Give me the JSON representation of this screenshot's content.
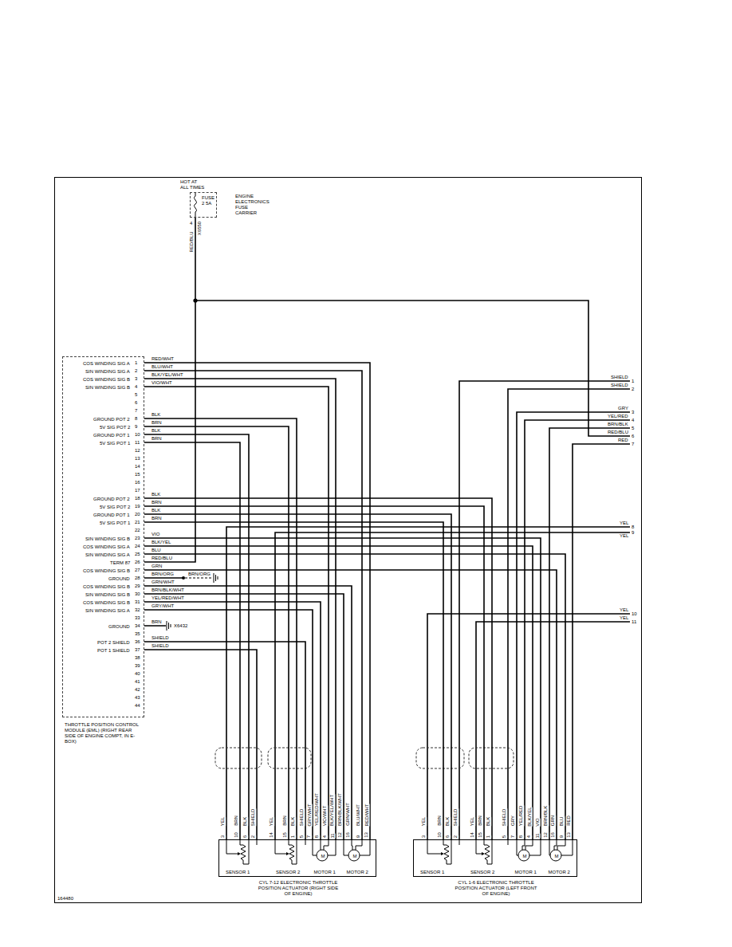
{
  "diagram": {
    "nodes": [
      {
        "text": [
          "FUSE 2 5A",
          "ENGINE ELECTRONICS FUSE CARRIER"
        ]
      },
      {
        "text": [
          "THROTTLE POSITION CONTROL MODULE (EML) (RIGHT REAR SIDE OF ENGINE COMPT, IN E-BOX)"
        ]
      },
      {
        "text": [
          "SENSOR 1",
          "SENSOR 2",
          "M",
          "MOTOR 1",
          "M",
          "MOTOR 2",
          "CYL 7-12 ELECTRONIC THROTTLE POSITION ACTUATOR (RIGHT SIDE OF ENGINE)"
        ]
      },
      {
        "text": [
          "SENSOR 1",
          "SENSOR 2",
          "M",
          "MOTOR 1",
          "M",
          "MOTOR 2",
          "CYL 1-6 ELECTRONIC THROTTLE POSITION ACTUATOR (LEFT FRONT OF ENGINE)"
        ]
      }
    ],
    "edges": [
      {
        "from": 0,
        "to": 1,
        "label": "RED/BLU",
        "arrow": "none"
      },
      {
        "from": 1,
        "to": 2,
        "label": "RED/WHT",
        "arrow": "none"
      },
      {
        "from": 1,
        "to": 2,
        "label": "BLU/WHT",
        "arrow": "none"
      },
      {
        "from": 1,
        "to": 2,
        "label": "BLK/YEL/WHT",
        "arrow": "none"
      },
      {
        "from": 1,
        "to": 2,
        "label": "VIO/WHT",
        "arrow": "none"
      },
      {
        "from": 1,
        "to": 2,
        "label": "BLK",
        "arrow": "none"
      },
      {
        "from": 1,
        "to": 2,
        "label": "BRN",
        "arrow": "none"
      },
      {
        "from": 1,
        "to": 2,
        "label": "BLK",
        "arrow": "none"
      },
      {
        "from": 1,
        "to": 2,
        "label": "BRN",
        "arrow": "none"
      },
      {
        "from": 1,
        "to": 3,
        "label": "BLK",
        "arrow": "none"
      },
      {
        "from": 1,
        "to": 3,
        "label": "BRN",
        "arrow": "none"
      },
      {
        "from": 1,
        "to": 3,
        "label": "BLK",
        "arrow": "none"
      },
      {
        "from": 1,
        "to": 3,
        "label": "BRN",
        "arrow": "none"
      },
      {
        "from": 1,
        "to": 3,
        "label": "VIO",
        "arrow": "none"
      },
      {
        "from": 1,
        "to": 3,
        "label": "BLK/YEL",
        "arrow": "none"
      },
      {
        "from": 1,
        "to": 3,
        "label": "BLU",
        "arrow": "none"
      },
      {
        "from": 1,
        "to": 3,
        "label": "GRN",
        "arrow": "none"
      },
      {
        "from": 1,
        "to": 2,
        "label": "GRN/WHT",
        "arrow": "none"
      },
      {
        "from": 1,
        "to": 2,
        "label": "BRN/BLK/WHT",
        "arrow": "none"
      },
      {
        "from": 1,
        "to": 2,
        "label": "YEL/RED/WHT",
        "arrow": "none"
      },
      {
        "from": 1,
        "to": 2,
        "label": "GRY/WHT",
        "arrow": "none"
      },
      {
        "from": 1,
        "to": 2,
        "label": "SHIELD",
        "arrow": "none"
      },
      {
        "from": 1,
        "to": 2,
        "label": "SHIELD",
        "arrow": "none"
      }
    ],
    "labels": [
      "HOT AT ALL TIMES",
      "4",
      "X6550",
      "COS WINDING SIG A",
      "SIN WINDING SIG A",
      "COS WINDING SIG B",
      "SIN WINDING SIG B",
      "GROUND POT 2",
      "5V SIG POT 2",
      "GROUND POT 1",
      "5V SIG POT 1",
      "GROUND POT 2",
      "5V SIG POT 2",
      "GROUND POT 1",
      "5V SIG POT 1",
      "SIN WINDING SIG B",
      "COS WINDING SIG A",
      "SIN WINDING SIG A",
      "TERM 87",
      "COS WINDING SIG B",
      "GROUND",
      "COS WINDING SIG B",
      "SIN WINDING SIG B",
      "COS WINDING SIG B",
      "SIN WINDING SIG A",
      "GROUND",
      "POT 2 SHIELD",
      "POT 1 SHIELD",
      "1",
      "2",
      "3",
      "4",
      "5",
      "6",
      "7",
      "8",
      "9",
      "10",
      "11",
      "12",
      "13",
      "14",
      "15",
      "16",
      "17",
      "18",
      "19",
      "20",
      "21",
      "22",
      "23",
      "24",
      "25",
      "26",
      "27",
      "28",
      "29",
      "30",
      "31",
      "32",
      "33",
      "34",
      "35",
      "36",
      "37",
      "38",
      "39",
      "40",
      "41",
      "42",
      "43",
      "44",
      "RED/BLU",
      "BRN/ORG",
      "BRN/ORG",
      "BRN",
      "X6432",
      "YEL",
      "BRN",
      "BLK",
      "SHIELD",
      "YEL",
      "BRN",
      "BLK",
      "SHIELD",
      "GRY/WHT",
      "YEL/RED/WHT",
      "VIO/WHT",
      "BLK/YEL/WHT",
      "BRN/BLK/WHT",
      "GRN/WHT",
      "BLU/WHT",
      "RED/WHT",
      "3",
      "10",
      "6",
      "2",
      "14",
      "15",
      "1",
      "5",
      "7",
      "8",
      "4",
      "11",
      "12",
      "16",
      "9",
      "13",
      "YEL",
      "BRN",
      "BLK",
      "SHIELD",
      "YEL",
      "BRN",
      "BLK",
      "SHIELD",
      "GRY",
      "YEL/RED",
      "BLK/YEL",
      "VIO",
      "BRN/BLK",
      "GRN",
      "BLU",
      "RED",
      "3",
      "10",
      "6",
      "2",
      "14",
      "15",
      "1",
      "5",
      "7",
      "8",
      "4",
      "11",
      "12",
      "16",
      "9",
      "13",
      "SHIELD",
      "1",
      "SHIELD",
      "2",
      "GRY",
      "3",
      "YEL/RED",
      "4",
      "BRN/BLK",
      "5",
      "RED/BLU",
      "6",
      "RED",
      "7",
      "YEL",
      "8",
      "YEL",
      "9",
      "YEL",
      "10",
      "YEL",
      "11",
      "164480"
    ]
  }
}
